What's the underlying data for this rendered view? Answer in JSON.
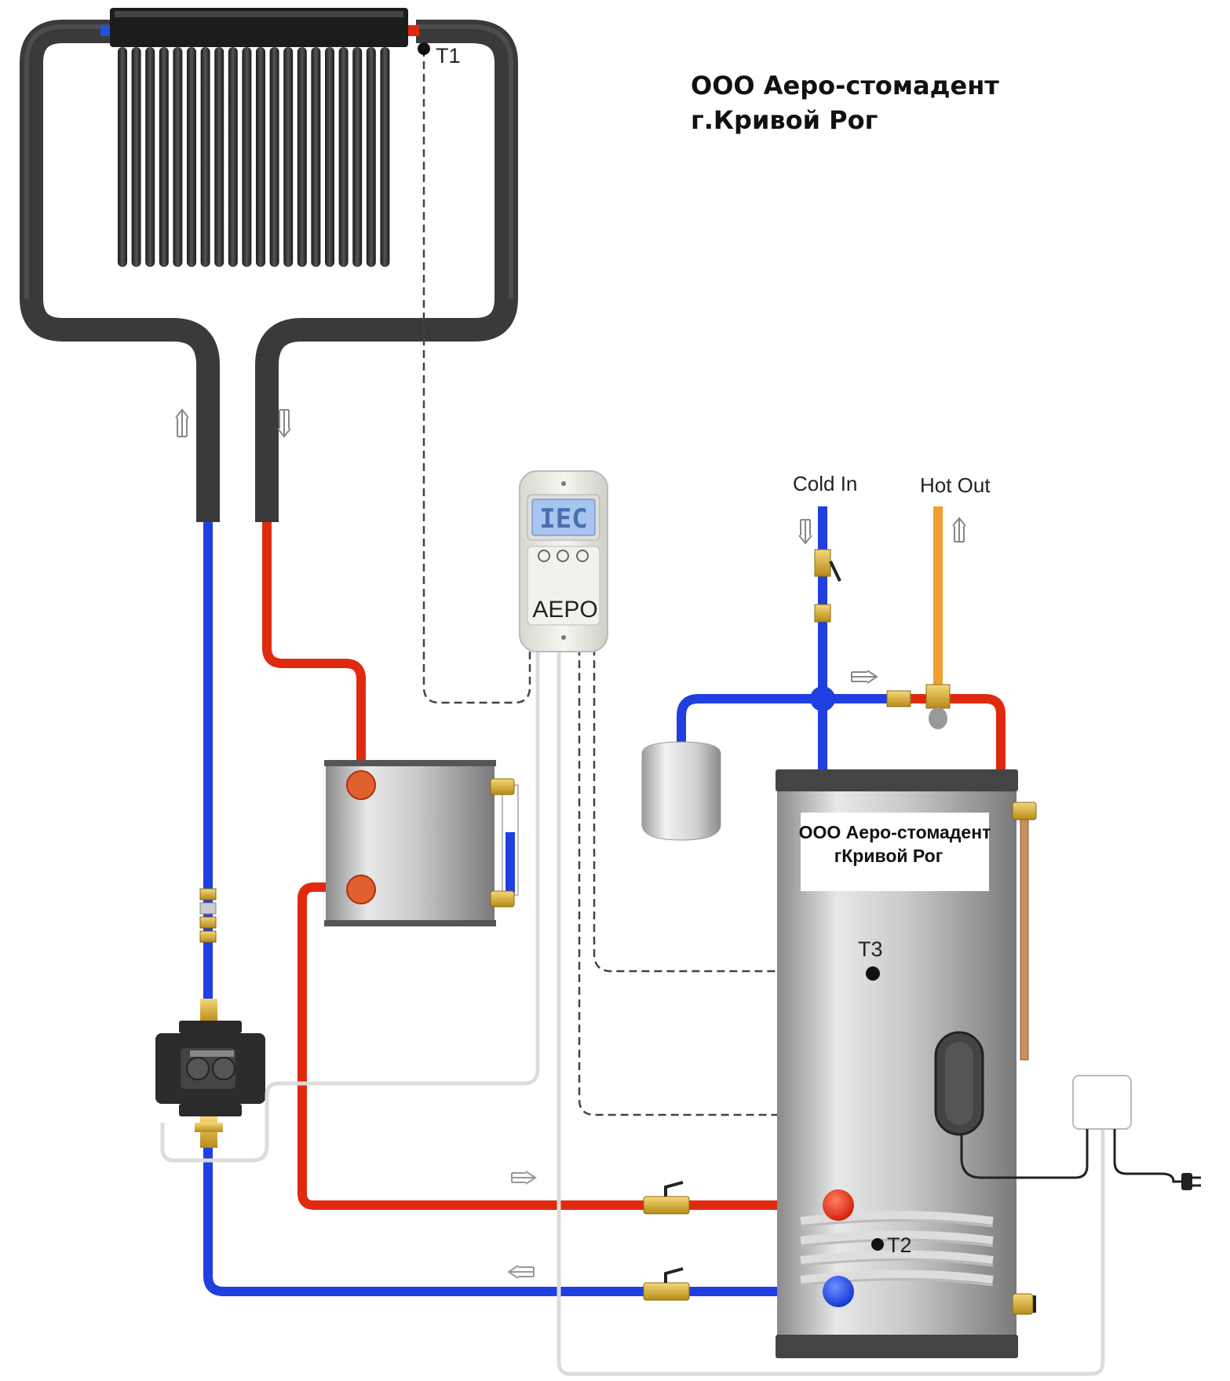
{
  "header": {
    "company_line": "ООО Аеро-стомадент",
    "city_line": "г.Кривой Рог"
  },
  "tank_label": {
    "company_line": "ООО Аеро-стомадент",
    "city_line": "гКривой Рог"
  },
  "controller": {
    "brand": "AEPO",
    "lcd": "IEC"
  },
  "pipes": {
    "cold_in": "Cold In",
    "hot_out": "Hot Out"
  },
  "sensors": {
    "t1": "T1",
    "t2": "T2",
    "t3": "T3"
  },
  "colors": {
    "cold": "#1f3fe0",
    "hot": "#e02a10",
    "dhw_out": "#f0a030",
    "insulation": "#3a3a3a",
    "wire": "#e0e0e0",
    "brass": "#d9b030"
  }
}
